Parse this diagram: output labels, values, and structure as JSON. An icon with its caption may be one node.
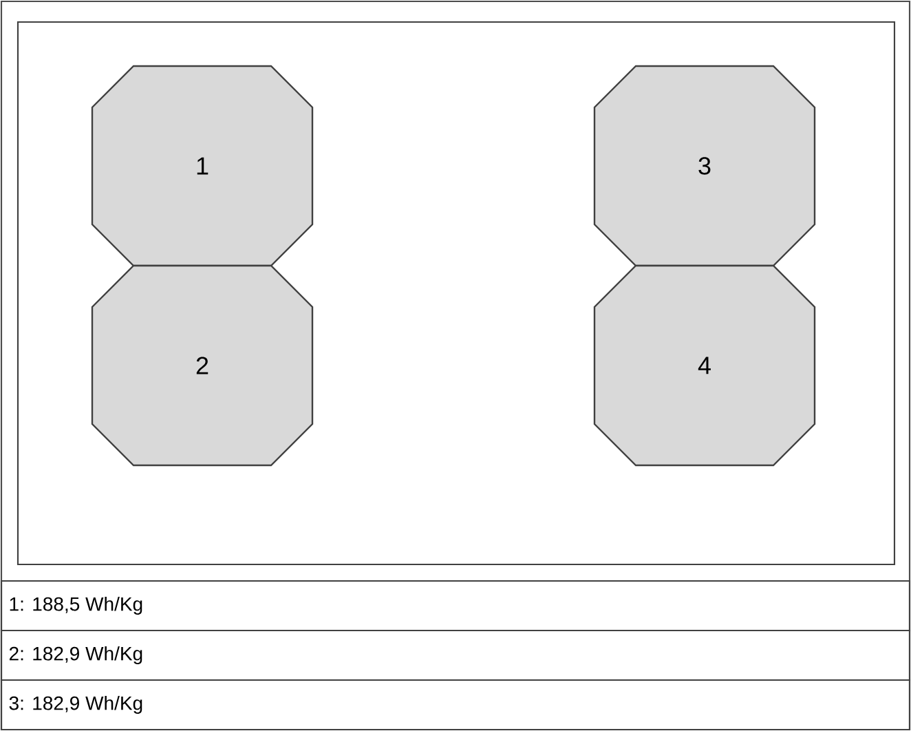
{
  "diagram": {
    "nodes": [
      {
        "text": [],
        "shape": "box"
      },
      {
        "text": [
          "1"
        ],
        "in": 0
      },
      {
        "text": [
          "2"
        ],
        "in": 0
      },
      {
        "text": [
          "3"
        ],
        "in": 0
      },
      {
        "text": [
          "4"
        ],
        "in": 0
      }
    ],
    "labels": [
      "1: 188,5 Wh/Kg",
      "2: 182,9 Wh/Kg",
      "3: 182,9 Wh/Kg"
    ]
  }
}
